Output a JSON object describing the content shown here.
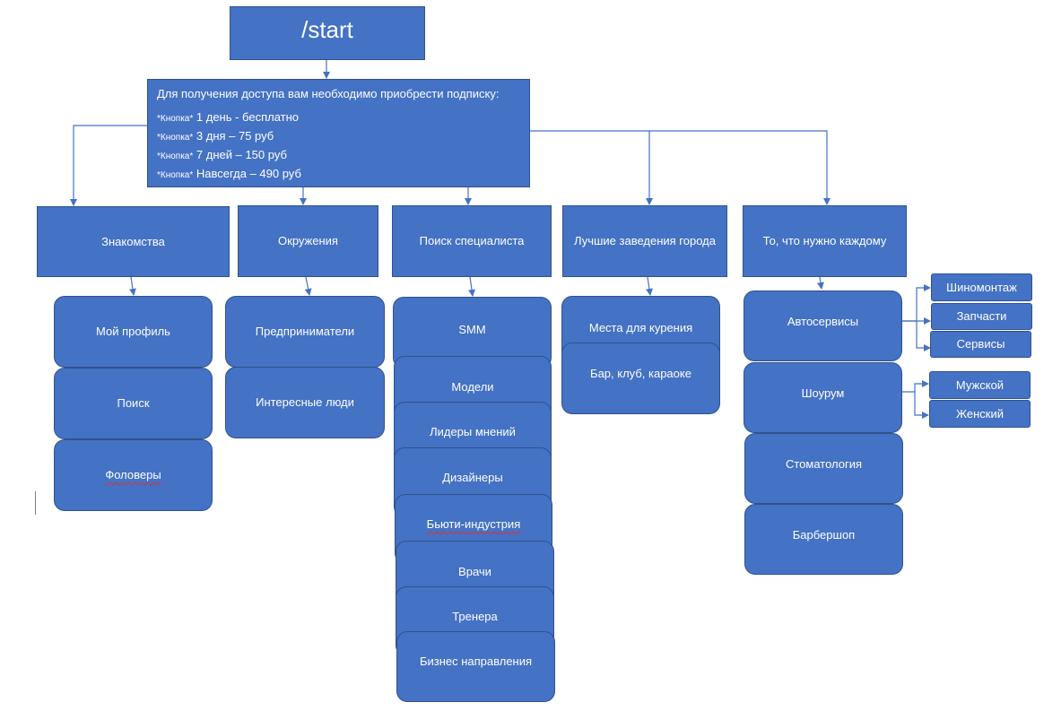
{
  "start": {
    "label": "/start"
  },
  "subscription": {
    "title": "Для получения доступа вам необходимо приобрести подписку:",
    "options": [
      {
        "marker": "*Кнопка*",
        "text": "1 день - бесплатно"
      },
      {
        "marker": "*Кнопка*",
        "text": "3 дня – 75 руб"
      },
      {
        "marker": "*Кнопка*",
        "text": "7 дней – 150 руб"
      },
      {
        "marker": "*Кнопка*",
        "text": "Навсегда – 490 руб"
      }
    ]
  },
  "categories": [
    {
      "label": "Знакомства"
    },
    {
      "label": "Окружения"
    },
    {
      "label": "Поиск специалиста"
    },
    {
      "label": "Лучшие заведения города"
    },
    {
      "label": "То, что нужно каждому"
    }
  ],
  "dating": {
    "items": [
      "Мой профиль",
      "Поиск",
      "Фоловеры"
    ]
  },
  "surroundings": {
    "items": [
      "Предприниматели",
      "Интересные люди"
    ]
  },
  "specialists": {
    "items": [
      "SMM",
      "Модели",
      "Лидеры мнений",
      "Дизайнеры",
      "Бьюти-индустрия",
      "Врачи",
      "Тренера",
      "Бизнес направления"
    ]
  },
  "venues": {
    "items": [
      "Места для курения",
      "Бар, клуб, караоке"
    ]
  },
  "essentials": {
    "items": [
      "Автосервисы",
      "Шоурум",
      "Стоматология",
      "Барбершоп"
    ]
  },
  "autoservice_sub": {
    "items": [
      "Шиномонтаж",
      "Запчасти",
      "Сервисы"
    ]
  },
  "showroom_sub": {
    "items": [
      "Мужской",
      "Женский"
    ]
  },
  "colors": {
    "box_fill": "#4472c4",
    "box_border": "#2f528f",
    "connector": "#4472c4",
    "text": "#ffffff"
  }
}
